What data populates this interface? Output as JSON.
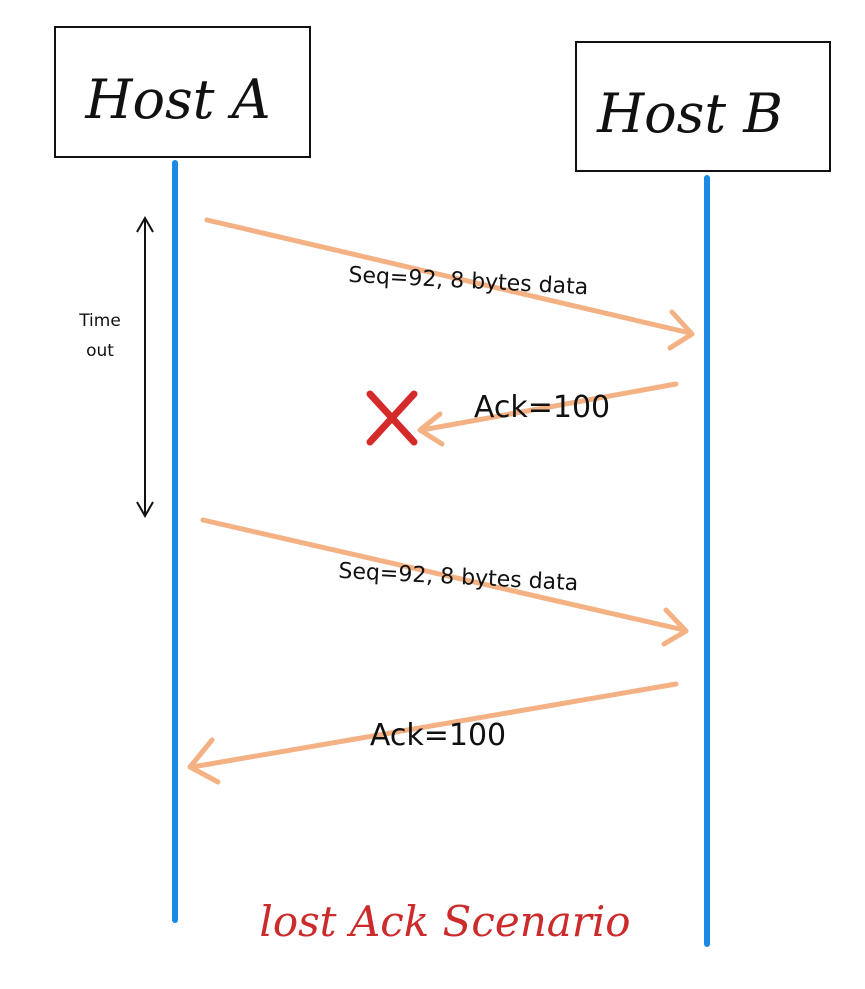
{
  "hosts": {
    "a": {
      "label": "Host A"
    },
    "b": {
      "label": "Host B"
    }
  },
  "timeout": {
    "line1": "Time",
    "line2": "out"
  },
  "messages": [
    {
      "label": "Seq=92,  8 bytes data",
      "direction": "A-to-B",
      "lost": false
    },
    {
      "label": "Ack=100",
      "direction": "B-to-A",
      "lost": true
    },
    {
      "label": "Seq=92,  8 bytes data",
      "direction": "A-to-B",
      "lost": false
    },
    {
      "label": "Ack=100",
      "direction": "B-to-A",
      "lost": false
    }
  ],
  "caption": "lost Ack Scenario",
  "colors": {
    "timeline": "#1a8ae5",
    "message": "#f4b183",
    "loss_mark": "#d42a2a",
    "caption": "#cc2b2b"
  }
}
